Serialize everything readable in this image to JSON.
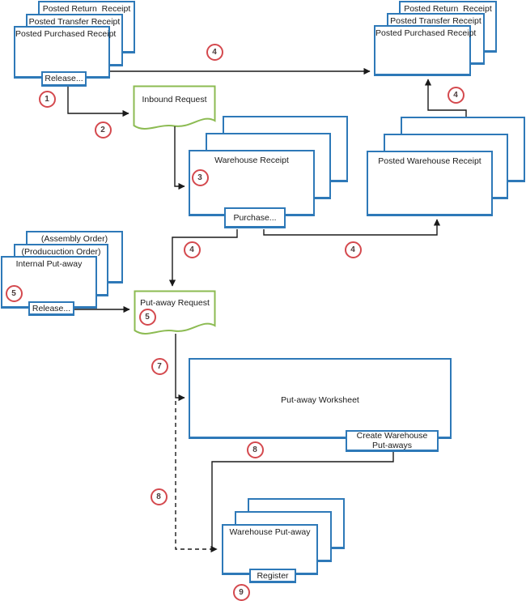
{
  "diagram": {
    "stacks": {
      "posted_left": {
        "boxes": {
          "back": "Posted Return  Receipt",
          "middle": "Posted Transfer Receipt",
          "front": "Posted Purchased Receipt"
        },
        "button": "Release..."
      },
      "posted_right": {
        "boxes": {
          "back": "Posted Return  Receipt",
          "middle": "Posted Transfer Receipt",
          "front": "Posted Purchased Receipt"
        }
      },
      "warehouse_receipt": {
        "label": "Warehouse Receipt",
        "button": "Purchase..."
      },
      "posted_warehouse_receipt": {
        "label": "Posted Warehouse Receipt"
      },
      "internal_putaway": {
        "boxes": {
          "back": "(Assembly Order)",
          "middle": "(Producuction Order)",
          "front": "Internal Put-away"
        },
        "button": "Release..."
      },
      "warehouse_putaway": {
        "label": "Warehouse Put-away",
        "button": "Register"
      }
    },
    "documents": {
      "inbound_request": {
        "label": "Inbound Request"
      },
      "putaway_request": {
        "label": "Put-away Request"
      }
    },
    "worksheet": {
      "label": "Put-away Worksheet",
      "button": "Create Warehouse\nPut-aways"
    },
    "badges": {
      "n1": "1",
      "n2": "2",
      "n3": "3",
      "n4a": "4",
      "n4b": "4",
      "n4c": "4",
      "n4d": "4",
      "n5a": "5",
      "n5b": "5",
      "n7": "7",
      "n8a": "8",
      "n8b": "8",
      "n9": "9"
    },
    "colors": {
      "box_border": "#2E79B8",
      "document_border": "#8CBB52",
      "badge_ring": "#D4494E",
      "connector": "#1a1a1a"
    }
  }
}
